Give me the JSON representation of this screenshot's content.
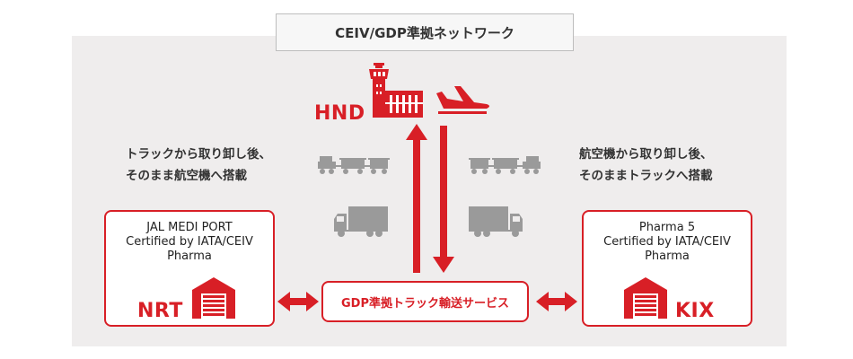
{
  "diagram": {
    "title": "CEIV/GDP準拠ネットワーク",
    "hub": {
      "code": "HND"
    },
    "left_note": {
      "line1": "トラックから取り卸し後、",
      "line2": "そのまま航空機へ搭載"
    },
    "right_note": {
      "line1": "航空機から取り卸し後、",
      "line2": "そのままトラックへ搭載"
    },
    "left_facility": {
      "line1": "JAL MEDI PORT",
      "line2": "Certified by IATA/CEIV",
      "line3": "Pharma",
      "code": "NRT"
    },
    "right_facility": {
      "line1": "Pharma 5",
      "line2": "Certified by IATA/CEIV",
      "line3": "Pharma",
      "code": "KIX"
    },
    "service": {
      "label": "GDP準拠トラック輸送サービス"
    },
    "icons": [
      "control-tower-icon",
      "airplane-icon",
      "tug-train-icon",
      "box-truck-icon",
      "warehouse-icon",
      "bidirectional-arrow-icon"
    ],
    "colors": {
      "accent_red": "#d81f26",
      "panel_gray": "#efeded",
      "icon_gray": "#9a9a9a"
    }
  }
}
